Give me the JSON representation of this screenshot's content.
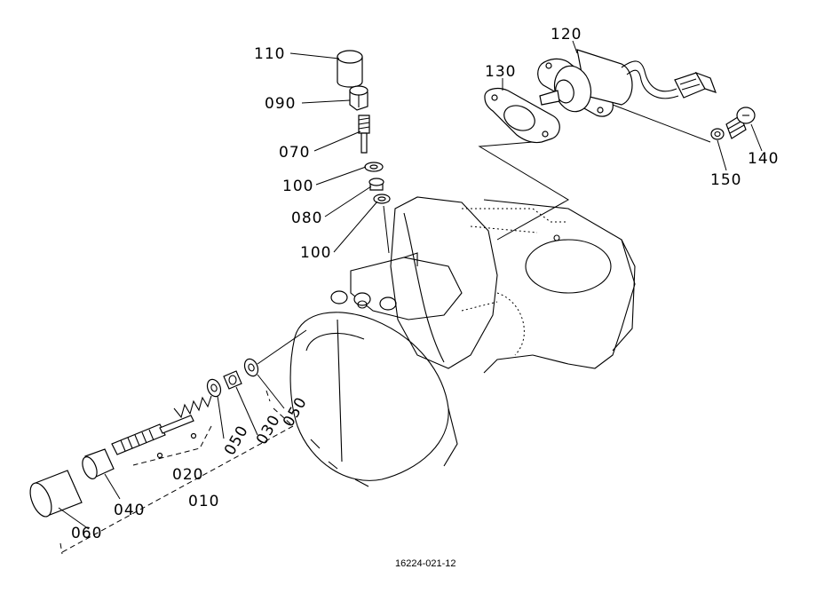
{
  "callouts": {
    "c110": "110",
    "c090": "090",
    "c070": "070",
    "c100a": "100",
    "c080": "080",
    "c100b": "100",
    "c120": "120",
    "c130": "130",
    "c140": "140",
    "c150": "150",
    "c050a": "050",
    "c030": "030",
    "c050b": "050",
    "c020": "020",
    "c010": "010",
    "c040": "040",
    "c060": "060"
  },
  "drawing_code": "16224-021-12"
}
